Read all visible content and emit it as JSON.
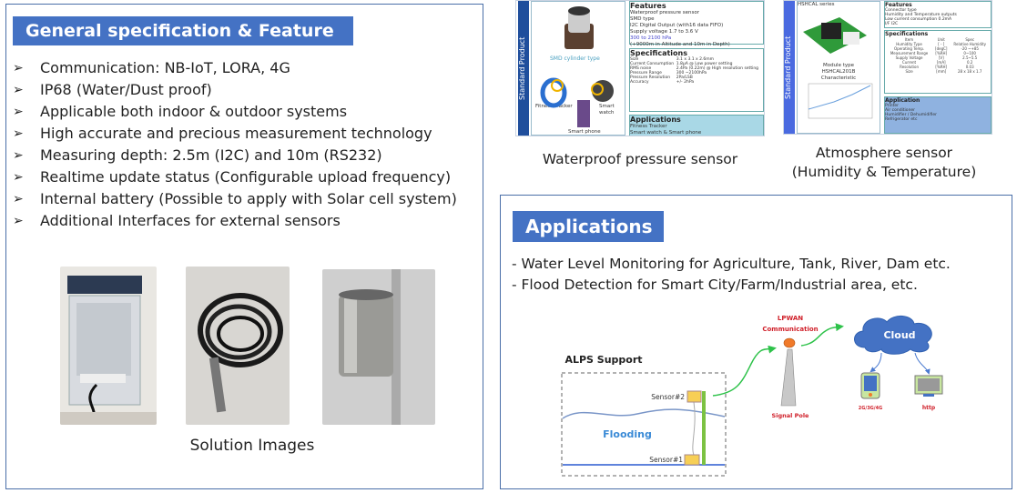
{
  "left_panel": {
    "title": "General specification & Feature",
    "bullets": [
      "Communication: NB-IoT, LORA, 4G",
      "IP68 (Water/Dust proof)",
      "Applicable both indoor & outdoor systems",
      "High accurate and precious measurement technology",
      "Measuring depth: 2.5m (I2C) and 10m (RS232)",
      "Realtime update status (Configurable upload frequency)",
      "Internal battery (Possible to apply with Solar cell system)",
      "Additional Interfaces for external sensors"
    ],
    "bullet_icon": "arrowhead-icon",
    "caption": "Solution Images"
  },
  "products": [
    {
      "caption": "Waterproof pressure sensor",
      "side_label": "Standard Product",
      "image_label": "SMD cylinder type",
      "device_labels": [
        "Fitness Tracker",
        "Smart watch",
        "Smart phone"
      ],
      "features_title": "Features",
      "features": [
        "Waterproof pressure sensor",
        "SMD type",
        "I2C Digital Output (with16 data FIFO)",
        "Supply voltage 1.7 to 3.6 V",
        "300 to 2100 hPa",
        "(+9000m in Altitude and 10m in Depth)"
      ],
      "spec_title": "Specifications",
      "specs": [
        [
          "Size",
          "3.1 x 3.1 x 2.6mm"
        ],
        [
          "Current Consumption",
          "1.8µA @ Low power setting"
        ],
        [
          "RMS noise",
          "2.4Pa (0.22m) @ High resolution setting"
        ],
        [
          "Pressure Range",
          "300 ~2100hPa"
        ],
        [
          "Pressure Resolution",
          "2Pa/LSB"
        ],
        [
          "Accuracy",
          "+/- 2hPa"
        ]
      ],
      "apps_title": "Applications",
      "apps": [
        "Fitness Tracker",
        "Smart watch & Smart phone"
      ]
    },
    {
      "caption_line1": "Atmosphere sensor",
      "caption_line2": "(Humidity & Temperature)",
      "side_label": "Standard Product",
      "series": "HSHCAL series",
      "module": "Module type",
      "module_id": "HSHCAL201B",
      "chart_label": "Characteristic",
      "features_title": "Features",
      "features": [
        "Connector type",
        "Humidity and Temperature outputs",
        "Low current consumption 0.2mA",
        "I/F I2C"
      ],
      "spec_title": "Specifications",
      "spec_head": [
        "Item",
        "Unit",
        "Spec"
      ],
      "specs": [
        [
          "Humidity Type",
          "[ - ]",
          "Relative Humidity"
        ],
        [
          "Operating Temp.",
          "[degC]",
          "-20 ~+85"
        ],
        [
          "Measurement Range",
          "[%RH]",
          "0~100"
        ],
        [
          "Supply Voltage",
          "[V]",
          "2.5~5.5"
        ],
        [
          "Current",
          "[mA]",
          "0.2"
        ],
        [
          "Resolution",
          "[%RH]",
          "0.03"
        ],
        [
          "Size",
          "[mm]",
          "28 x 18 x 1.7"
        ]
      ],
      "apps_title": "Application",
      "apps": [
        "Printer",
        "Air conditioner",
        "Humidifier / Dehumidifier",
        "Refrigerator   etc"
      ]
    }
  ],
  "applications": {
    "title": "Applications",
    "bullets": [
      "- Water Level Monitoring for Agriculture, Tank, River, Dam etc.",
      "- Flood Detection for Smart City/Farm/Industrial area, etc."
    ],
    "diagram": {
      "alps": "ALPS Support",
      "sensor2": "Sensor#2",
      "sensor1": "Sensor#1",
      "flooding": "Flooding",
      "lpwan1": "LPWAN",
      "lpwan2": "Communication",
      "pole": "Signal Pole",
      "cloud": "Cloud",
      "mobile": "2G/3G/4G",
      "http": "http"
    }
  },
  "colors": {
    "accent": "#4472c4",
    "border": "#4a6fa8",
    "red_text": "#d0202a",
    "arrow": "#2ec24a",
    "flood": "#3a8ad6"
  }
}
